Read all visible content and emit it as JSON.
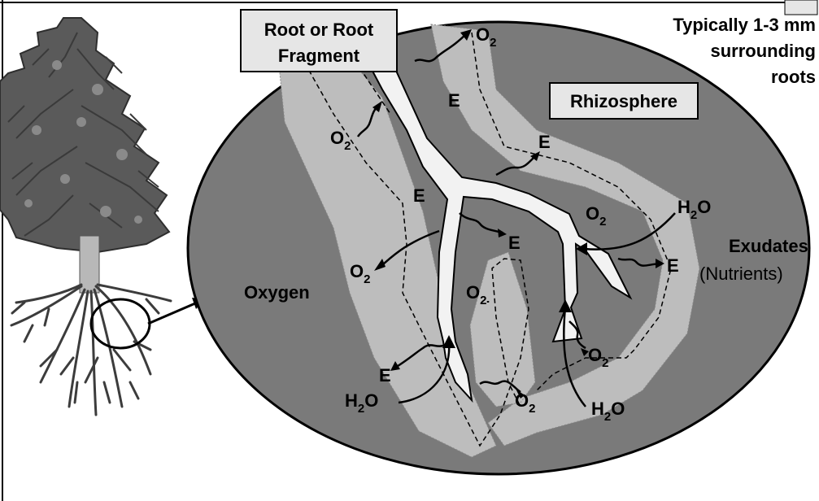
{
  "labels": {
    "root_box_line1": "Root or Root",
    "root_box_line2": "Fragment",
    "rhizosphere": "Rhizosphere",
    "typical_line1": "Typically 1-3 mm",
    "typical_line2": "surrounding",
    "typical_line3": "roots",
    "exudates": "Exudates",
    "nutrients": "(Nutrients)",
    "oxygen": "Oxygen",
    "exudate_symbol": "E",
    "o2_base": "O",
    "o2_sub": "2",
    "h2o_h": "H",
    "h2o_sub": "2",
    "h2o_o": "O"
  },
  "colors": {
    "ellipse_fill": "#7a7a7a",
    "rhizosphere_band": "#bdbdbd",
    "root_fill": "#f2f2f2",
    "box_fill": "#e6e6e6"
  }
}
